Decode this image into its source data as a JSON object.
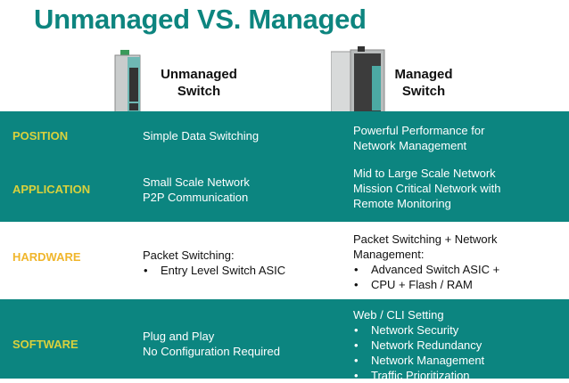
{
  "title": "Unmanaged VS. Managed",
  "columns": {
    "unmanaged": [
      "Unmanaged",
      "Switch"
    ],
    "managed": [
      "Managed",
      "Switch"
    ]
  },
  "colors": {
    "teal": "#0c8580",
    "label_on_teal": "#d9d13c",
    "label_on_white": "#f0b62c"
  },
  "rows": {
    "position": {
      "label": "POSITION",
      "unmanaged": [
        "Simple Data Switching"
      ],
      "managed": [
        "Powerful Performance for",
        "Network Management"
      ]
    },
    "application": {
      "label": "APPLICATION",
      "unmanaged": [
        "Small Scale Network",
        "P2P Communication"
      ],
      "managed": [
        "Mid to Large Scale Network",
        "Mission Critical Network with",
        "Remote Monitoring"
      ]
    },
    "hardware": {
      "label": "HARDWARE",
      "unmanaged": {
        "head": "Packet Switching:",
        "bullets": [
          "Entry Level Switch ASIC"
        ]
      },
      "managed": {
        "head": [
          "Packet Switching + Network",
          "Management:"
        ],
        "bullets": [
          "Advanced Switch ASIC +",
          "CPU + Flash / RAM"
        ]
      }
    },
    "software": {
      "label": "SOFTWARE",
      "unmanaged": [
        "Plug and Play",
        "No Configuration Required"
      ],
      "managed": {
        "head": "Web / CLI Setting",
        "bullets": [
          "Network Security",
          "Network Redundancy",
          "Network Management",
          "Traffic Prioritization"
        ]
      }
    }
  }
}
